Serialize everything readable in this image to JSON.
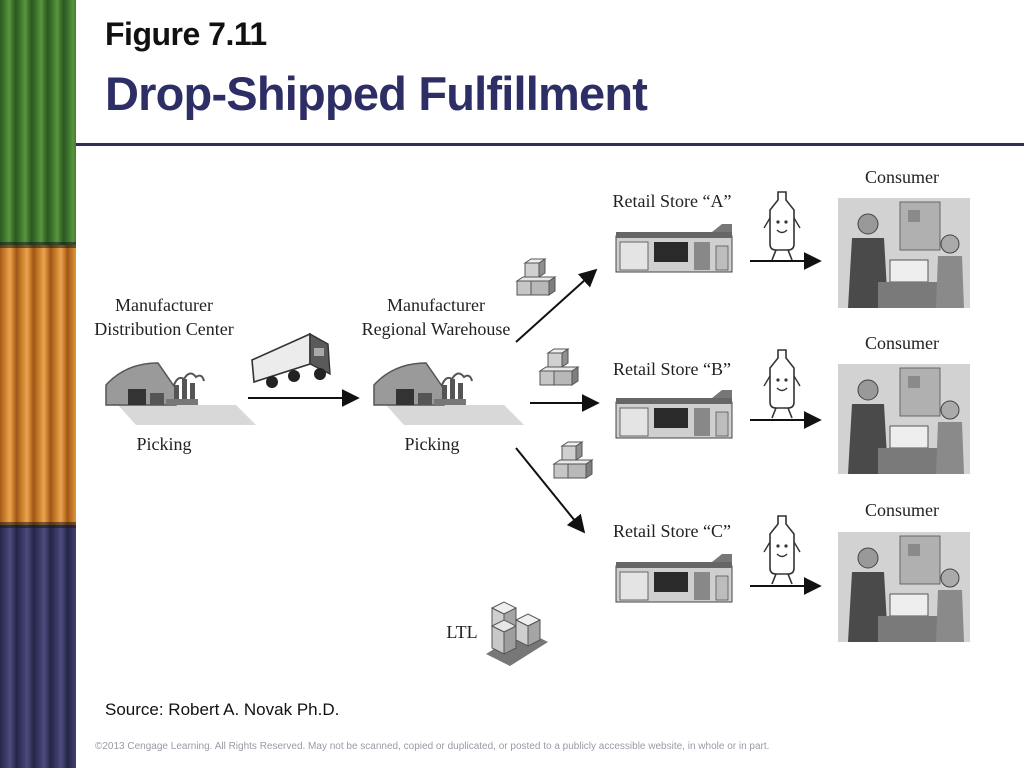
{
  "slide": {
    "figure_label": "Figure 7.11",
    "title": "Drop-Shipped Fulfillment",
    "source": "Source:  Robert A. Novak Ph.D.",
    "copyright": "©2013 Cengage Learning. All Rights Reserved. May not be scanned, copied or duplicated, or posted to a publicly accessible website, in whole or in part."
  },
  "diagram": {
    "dc_label_line1": "Manufacturer",
    "dc_label_line2": "Distribution Center",
    "dc_picking": "Picking",
    "wh_label_line1": "Manufacturer",
    "wh_label_line2": "Regional Warehouse",
    "wh_picking": "Picking",
    "store_a": "Retail Store “A”",
    "store_b": "Retail Store “B”",
    "store_c": "Retail Store “C”",
    "consumer": "Consumer",
    "ltl": "LTL"
  }
}
